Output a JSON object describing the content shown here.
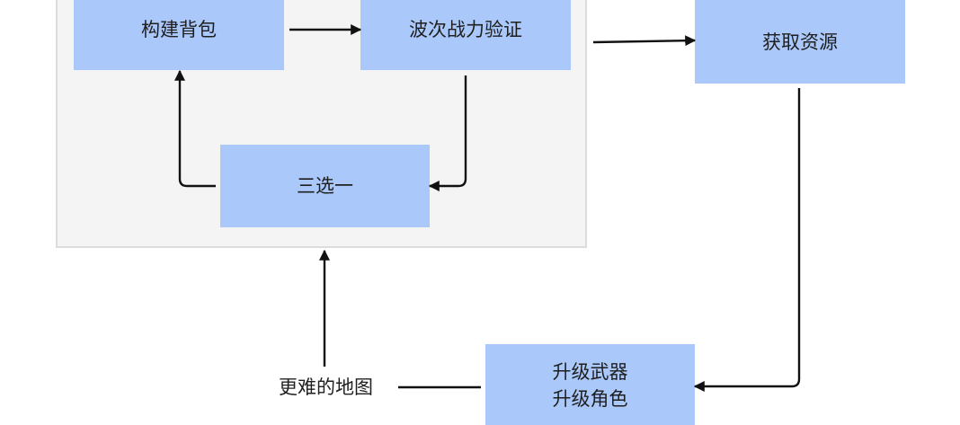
{
  "nodes": {
    "build_backpack": "构建背包",
    "wave_verify": "波次战力验证",
    "pick_one": "三选一",
    "gain_resources": "获取资源",
    "upgrade_weapon": "升级武器",
    "upgrade_character": "升级角色",
    "harder_map": "更难的地图"
  },
  "colors": {
    "node_fill": "#aac8fa",
    "group_fill": "#f4f4f4",
    "group_border": "#dcdcdc",
    "edge": "#111111",
    "text": "#1f1f1f"
  }
}
